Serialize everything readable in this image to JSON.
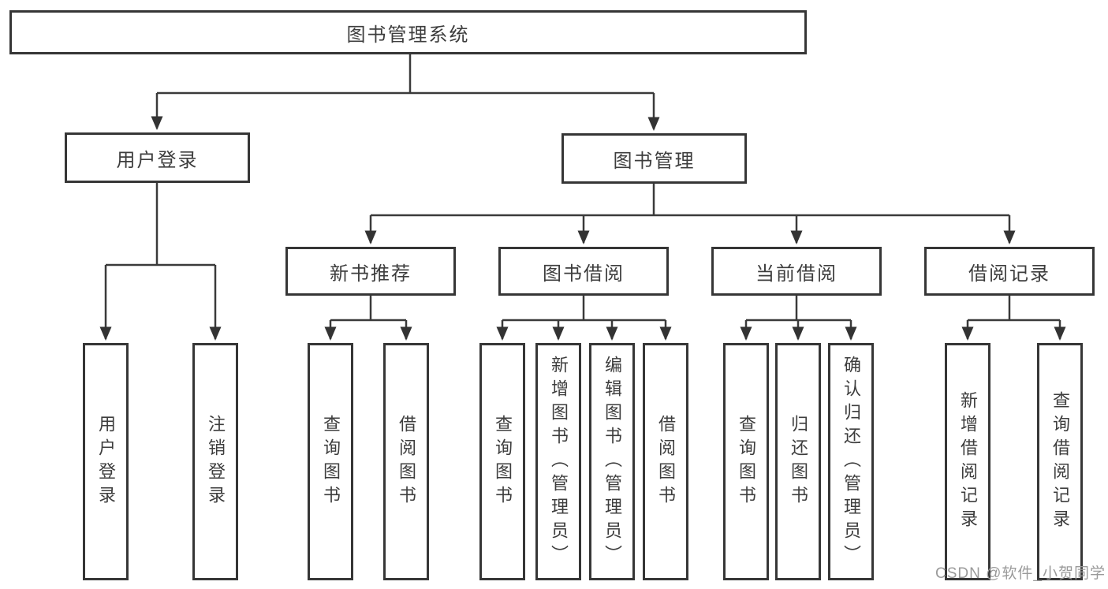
{
  "title": "图书管理系统",
  "nodes": {
    "root": "图书管理系统",
    "level2": {
      "user_login": "用户登录",
      "book_management": "图书管理"
    },
    "level3": {
      "new_book_recommend": "新书推荐",
      "book_borrow": "图书借阅",
      "current_borrow": "当前借阅",
      "borrow_records": "借阅记录"
    },
    "leaves": {
      "user_login": "用户登录",
      "logout": "注销登录",
      "recommend_query_books": "查询图书",
      "recommend_borrow_books": "借阅图书",
      "borrow_query_books": "查询图书",
      "borrow_add_books_admin": "新增图书（管理员）",
      "borrow_edit_books_admin": "编辑图书（管理员）",
      "borrow_borrow_books": "借阅图书",
      "current_query_books": "查询图书",
      "current_return_books": "归还图书",
      "current_confirm_return_admin": "确认归还（管理员）",
      "records_add_record": "新增借阅记录",
      "records_query_record": "查询借阅记录"
    }
  },
  "watermark": "CSDN @软件_小贺同学",
  "colors": {
    "line": "#3a3a3a",
    "text": "#3d3d3d",
    "watermark": "#9a9a9a",
    "background": "#ffffff"
  }
}
